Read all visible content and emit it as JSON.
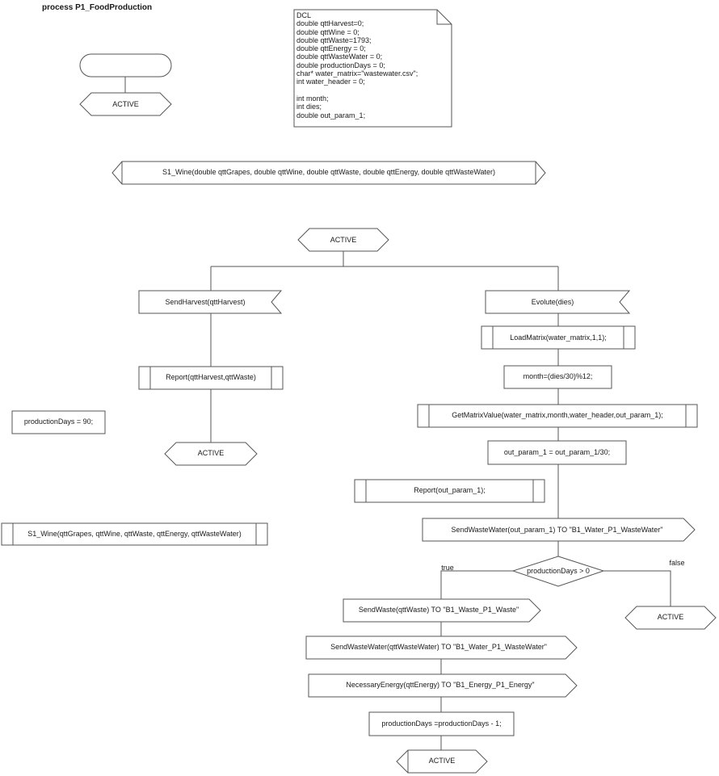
{
  "process_title": "process P1_FoodProduction",
  "declarations": "DCL\ndouble qttHarvest=0;\ndouble qttWine = 0;\ndouble qttWaste=1793;\ndouble qttEnergy = 0;\ndouble qttWasteWater = 0;\ndouble productionDays = 0;\nchar* water_matrix=\"wastewater.csv\";\nint water_header = 0;\n\nint month;\nint dies;\ndouble out_param_1;",
  "start": {
    "state_label": "ACTIVE"
  },
  "procedure_signature": "S1_Wine(double qttGrapes, double qttWine, double qttWaste, double qttEnergy, double qttWasteWater)",
  "active_state_label": "ACTIVE",
  "left_branch": {
    "input_label": "SendHarvest(qttHarvest)",
    "task_label": "Report(qttHarvest,qttWaste)",
    "next_state_label": "ACTIVE"
  },
  "init_task_label": "productionDays = 90;",
  "procedure_call_label": "S1_Wine(qttGrapes, qttWine, qttWaste, qttEnergy, qttWasteWater)",
  "right_branch": {
    "input_label": "Evolute(dies)",
    "load_matrix_label": "LoadMatrix(water_matrix,1,1);",
    "month_task_label": "month=(dies/30)%12;",
    "get_value_label": "GetMatrixValue(water_matrix,month,water_header,out_param_1);",
    "divide_task_label": "out_param_1 = out_param_1/30;",
    "report_label": "Report(out_param_1);",
    "send_water_label": "SendWasteWater(out_param_1) TO \"B1_Water_P1_WasteWater\"",
    "decision_label": "productionDays > 0",
    "true_label": "true",
    "false_label": "false",
    "false_state_label": "ACTIVE",
    "send_waste_label": "SendWaste(qttWaste) TO \"B1_Waste_P1_Waste\"",
    "send_waste_water_label": "SendWasteWater(qttWasteWater) TO \"B1_Water_P1_WasteWater\"",
    "energy_label": "NecessaryEnergy(qttEnergy) TO \"B1_Energy_P1_Energy\"",
    "decrement_label": "productionDays =productionDays - 1;",
    "final_state_label": "ACTIVE"
  },
  "colors": {
    "line": "#555555",
    "fill": "#ffffff",
    "note_fill": "#ffffff"
  }
}
